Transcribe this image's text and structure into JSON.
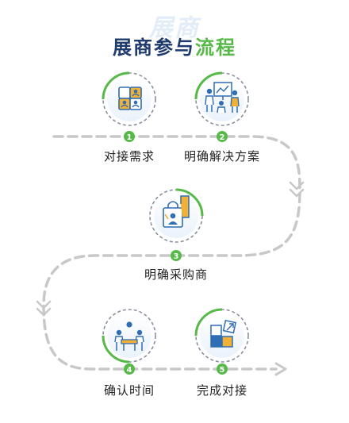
{
  "watermark": "展商",
  "title": {
    "part1": "展商参与",
    "part2": "流程"
  },
  "colors": {
    "navy": "#1e3a6e",
    "green": "#56b948",
    "dash": "#c8c8c8",
    "icon_blue": "#2f6db5",
    "icon_yellow": "#f2b134"
  },
  "steps": [
    {
      "number": "1",
      "label": "对接需求",
      "icon": "puzzle-people-icon"
    },
    {
      "number": "2",
      "label": "明确解决方案",
      "icon": "team-presentation-icon"
    },
    {
      "number": "3",
      "label": "明确采购商",
      "icon": "shopping-bag-icon"
    },
    {
      "number": "4",
      "label": "确认时间",
      "icon": "meeting-icon"
    },
    {
      "number": "5",
      "label": "完成对接",
      "icon": "puzzle-pieces-icon"
    }
  ]
}
